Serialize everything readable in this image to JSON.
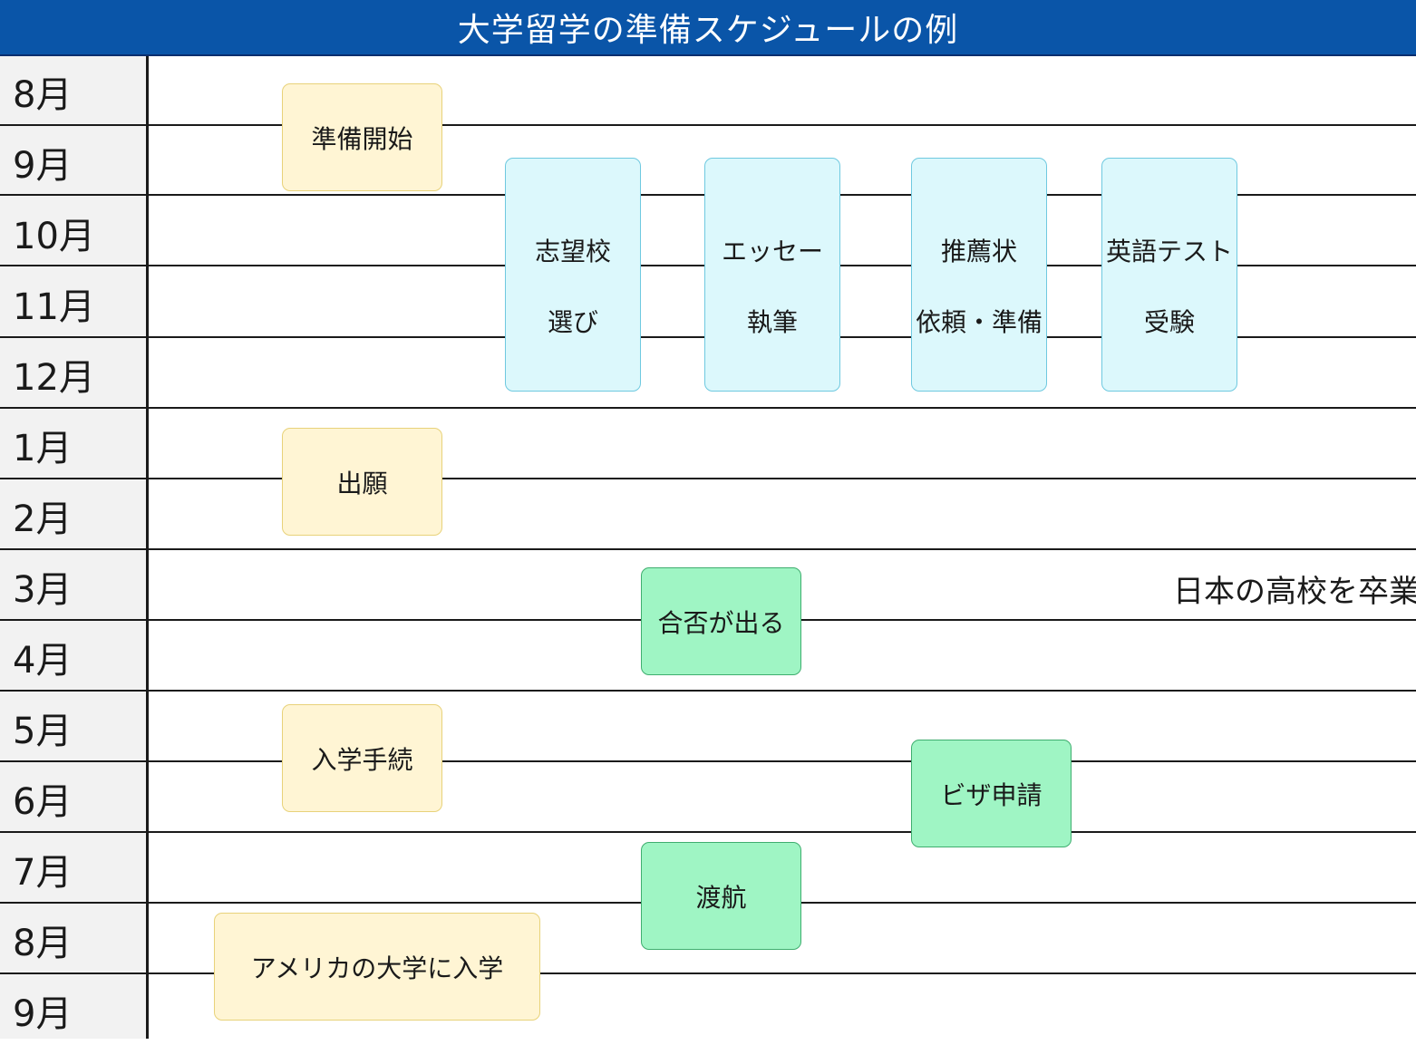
{
  "title": "大学留学の準備スケジュールの例",
  "months": [
    "8月",
    "9月",
    "10月",
    "11月",
    "12月",
    "1月",
    "2月",
    "3月",
    "4月",
    "5月",
    "6月",
    "7月",
    "8月",
    "9月"
  ],
  "tasks": {
    "start": "準備開始",
    "school_choice": [
      "志望校",
      "選び"
    ],
    "essay": [
      "エッセー",
      "執筆"
    ],
    "recommendation": [
      "推薦状",
      "依頼・準備"
    ],
    "english_test": [
      "英語テスト",
      "受験"
    ],
    "application": "出願",
    "result": "合否が出る",
    "enrollment_procedure": "入学手続",
    "visa": "ビザ申請",
    "departure": "渡航",
    "enroll": "アメリカの大学に入学"
  },
  "side_note": "日本の高校を卒業",
  "colors": {
    "title_bg": "#0a55a8",
    "prep_box": "#fff5d4",
    "parallel_box": "#dcf8fc",
    "milestone_box": "#9ff5c4"
  }
}
